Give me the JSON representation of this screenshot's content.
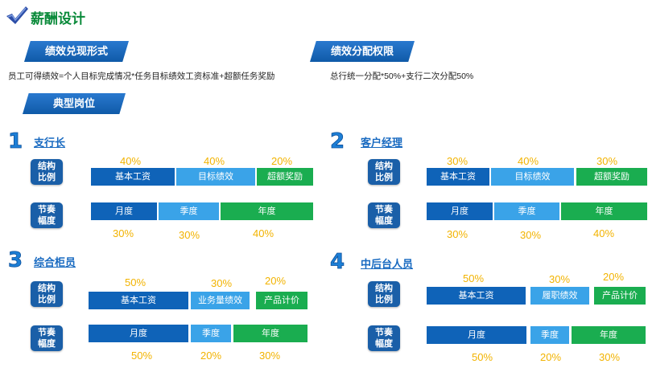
{
  "header": {
    "title": "薪酬设计",
    "icon": "checkmark-icon"
  },
  "sections": {
    "performance_form": {
      "label": "绩效兑现形式",
      "desc": "员工可得绩效=个人目标完成情况*任务目标绩效工资标准+超额任务奖励"
    },
    "performance_alloc": {
      "label": "绩效分配权限",
      "desc": "总行统一分配*50%+支行二次分配50%"
    },
    "typical_roles": {
      "label": "典型岗位"
    }
  },
  "row_labels": {
    "structure": [
      "结构",
      "比例"
    ],
    "rhythm": [
      "节奏",
      "幅度"
    ]
  },
  "roles": [
    {
      "number": "1",
      "name": "支行长",
      "structure": {
        "segments": [
          "基本工资",
          "目标绩效",
          "超额奖励"
        ],
        "pct": [
          "40%",
          "40%",
          "20%"
        ]
      },
      "rhythm": {
        "segments": [
          "月度",
          "季度",
          "年度"
        ],
        "pct": [
          "30%",
          "30%",
          "40%"
        ]
      }
    },
    {
      "number": "2",
      "name": "客户经理",
      "structure": {
        "segments": [
          "基本工资",
          "目标绩效",
          "超额奖励"
        ],
        "pct": [
          "30%",
          "40%",
          "30%"
        ]
      },
      "rhythm": {
        "segments": [
          "月度",
          "季度",
          "年度"
        ],
        "pct": [
          "30%",
          "30%",
          "40%"
        ]
      }
    },
    {
      "number": "3",
      "name": "综合柜员",
      "structure": {
        "segments": [
          "基本工资",
          "业务量绩效",
          "产品计价"
        ],
        "pct": [
          "50%",
          "30%",
          "20%"
        ]
      },
      "rhythm": {
        "segments": [
          "月度",
          "季度",
          "年度"
        ],
        "pct": [
          "50%",
          "20%",
          "30%"
        ]
      }
    },
    {
      "number": "4",
      "name": "中后台人员",
      "structure": {
        "segments": [
          "基本工资",
          "履职绩效",
          "产品计价"
        ],
        "pct": [
          "50%",
          "30%",
          "20%"
        ]
      },
      "rhythm": {
        "segments": [
          "月度",
          "季度",
          "年度"
        ],
        "pct": [
          "50%",
          "20%",
          "30%"
        ]
      }
    }
  ],
  "colors": {
    "dark_blue": "#0f63b8",
    "light_blue": "#3aa3e8",
    "green": "#1aad50",
    "percent": "#f2b300",
    "title": "#0a8a3a"
  }
}
